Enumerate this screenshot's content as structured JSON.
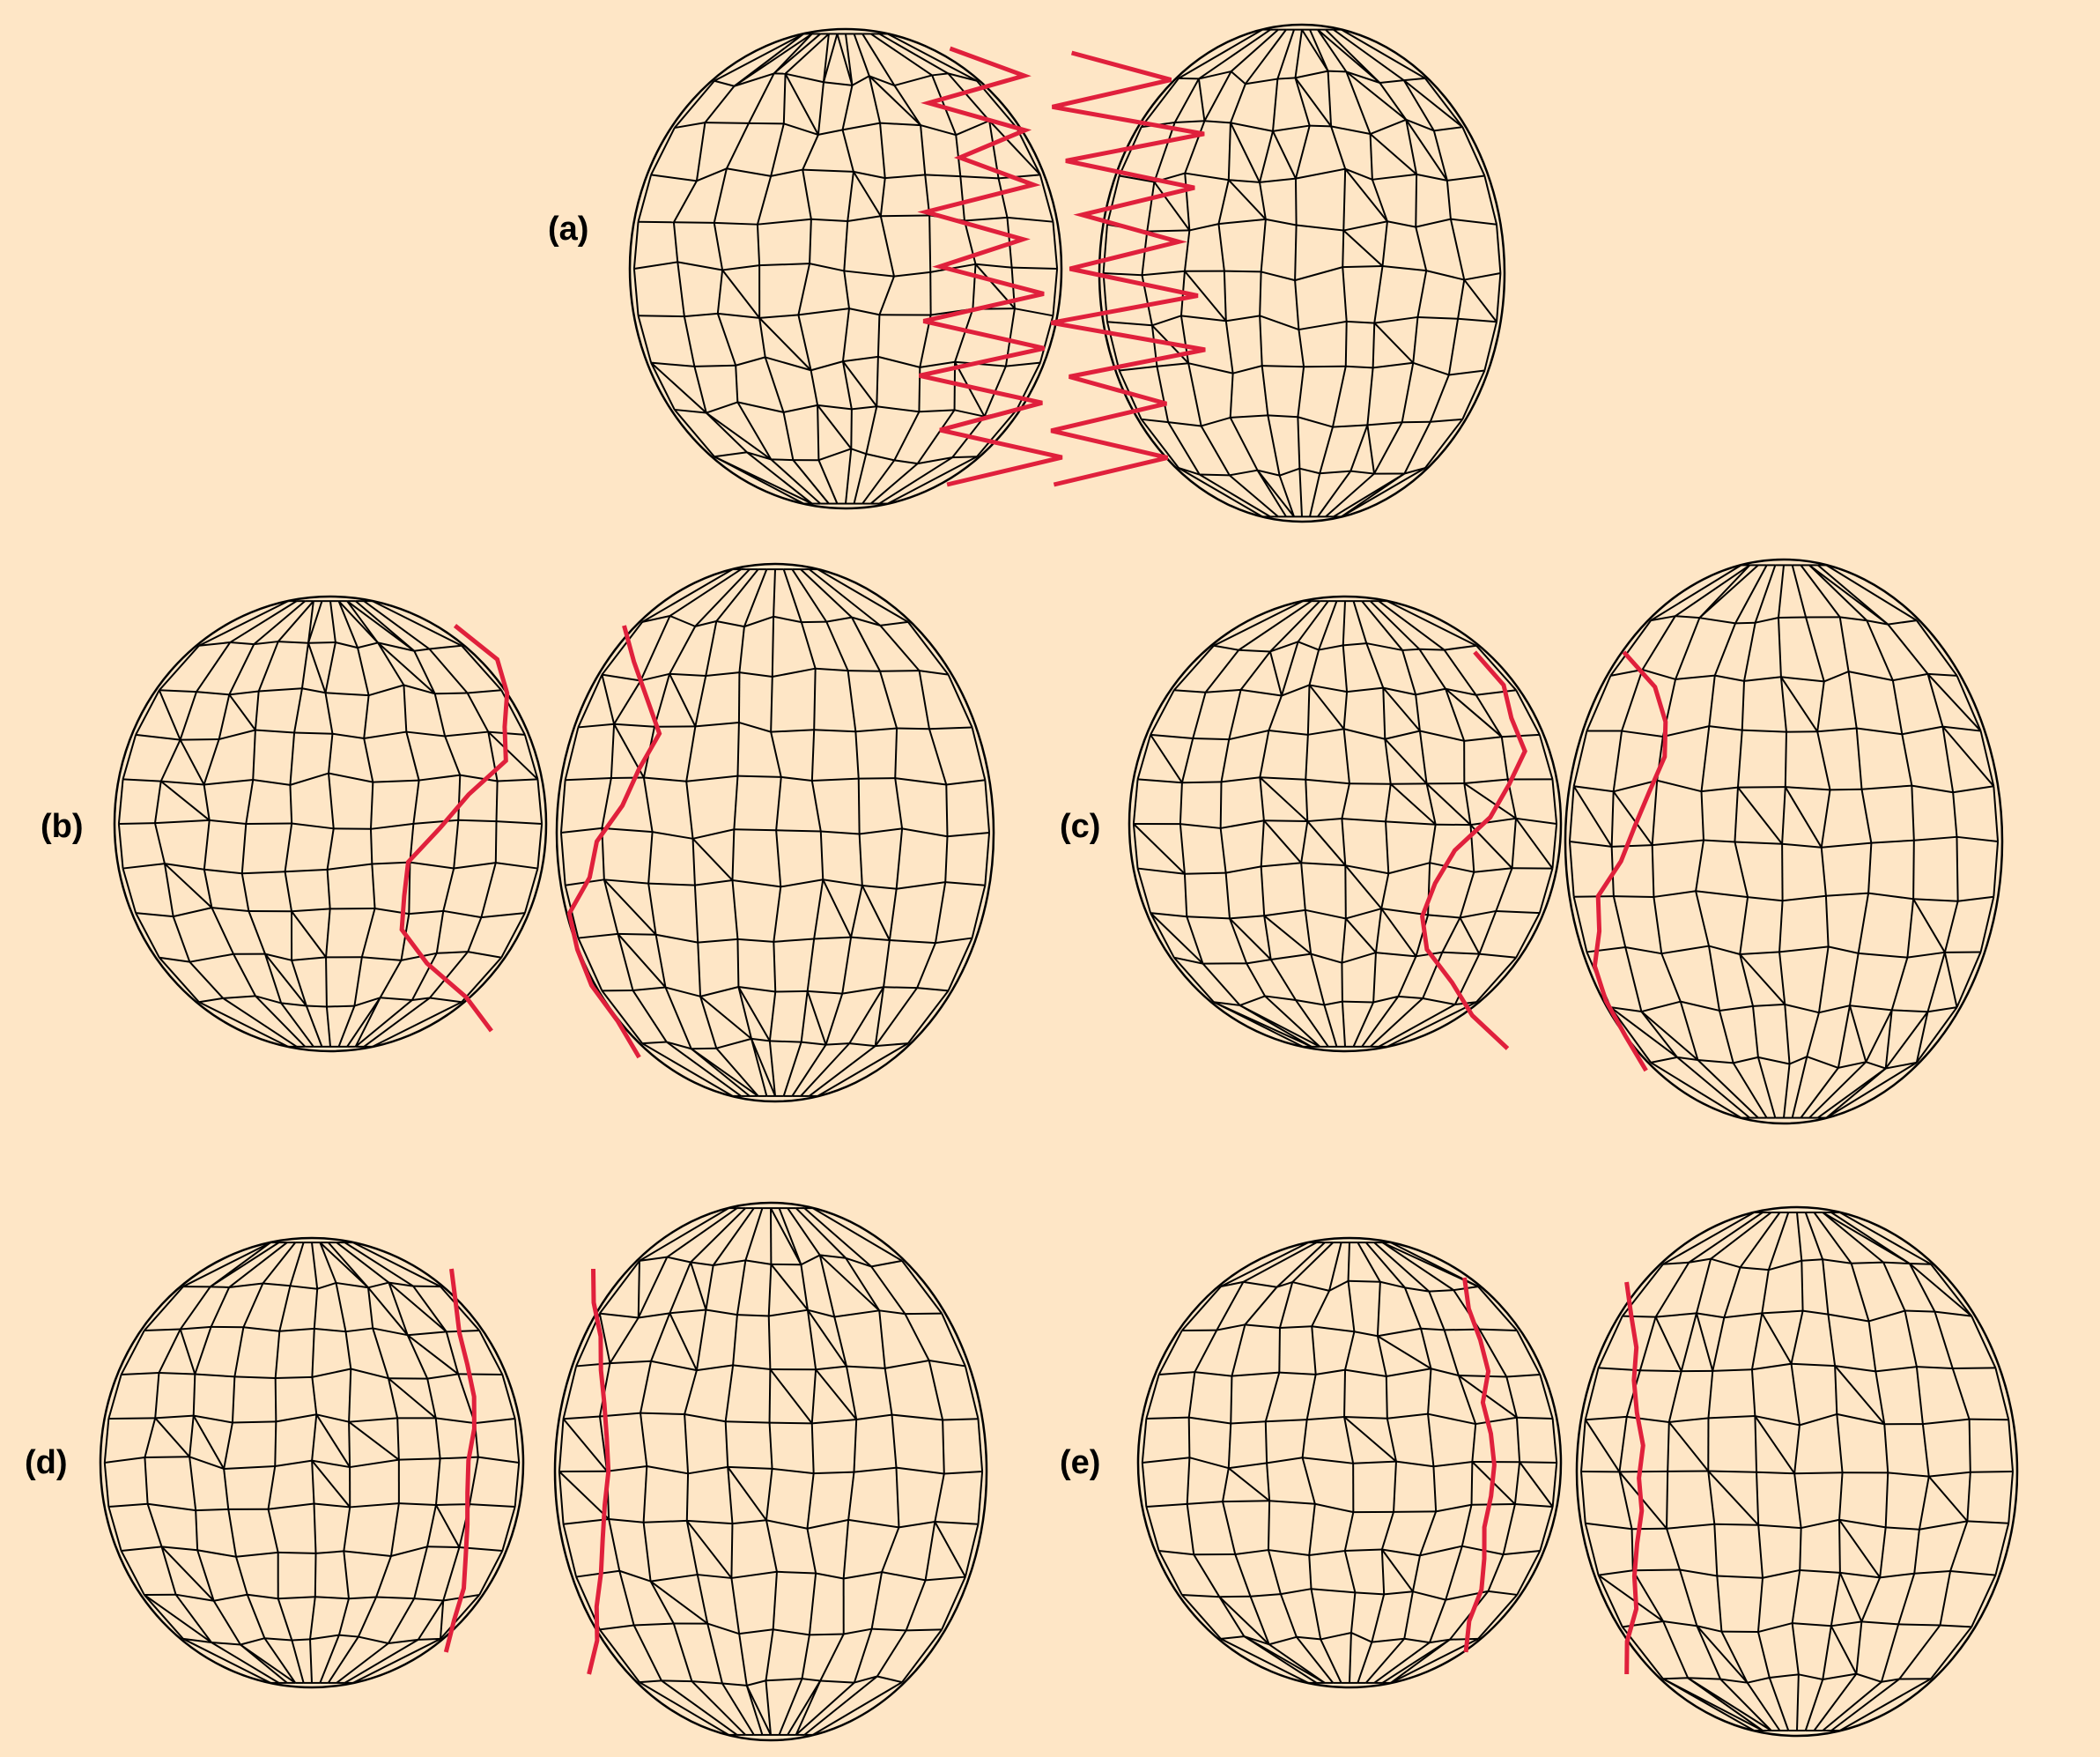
{
  "figure": {
    "background": "#FEE6C6",
    "mesh_color": "#000000",
    "seam_color": "#E0203C",
    "panels": [
      {
        "id": "a",
        "label": "(a)",
        "seam_style": "jagged"
      },
      {
        "id": "b",
        "label": "(b)",
        "seam_style": "wavy"
      },
      {
        "id": "c",
        "label": "(c)",
        "seam_style": "wavy"
      },
      {
        "id": "d",
        "label": "(d)",
        "seam_style": "smooth"
      },
      {
        "id": "e",
        "label": "(e)",
        "seam_style": "smooth"
      }
    ]
  }
}
